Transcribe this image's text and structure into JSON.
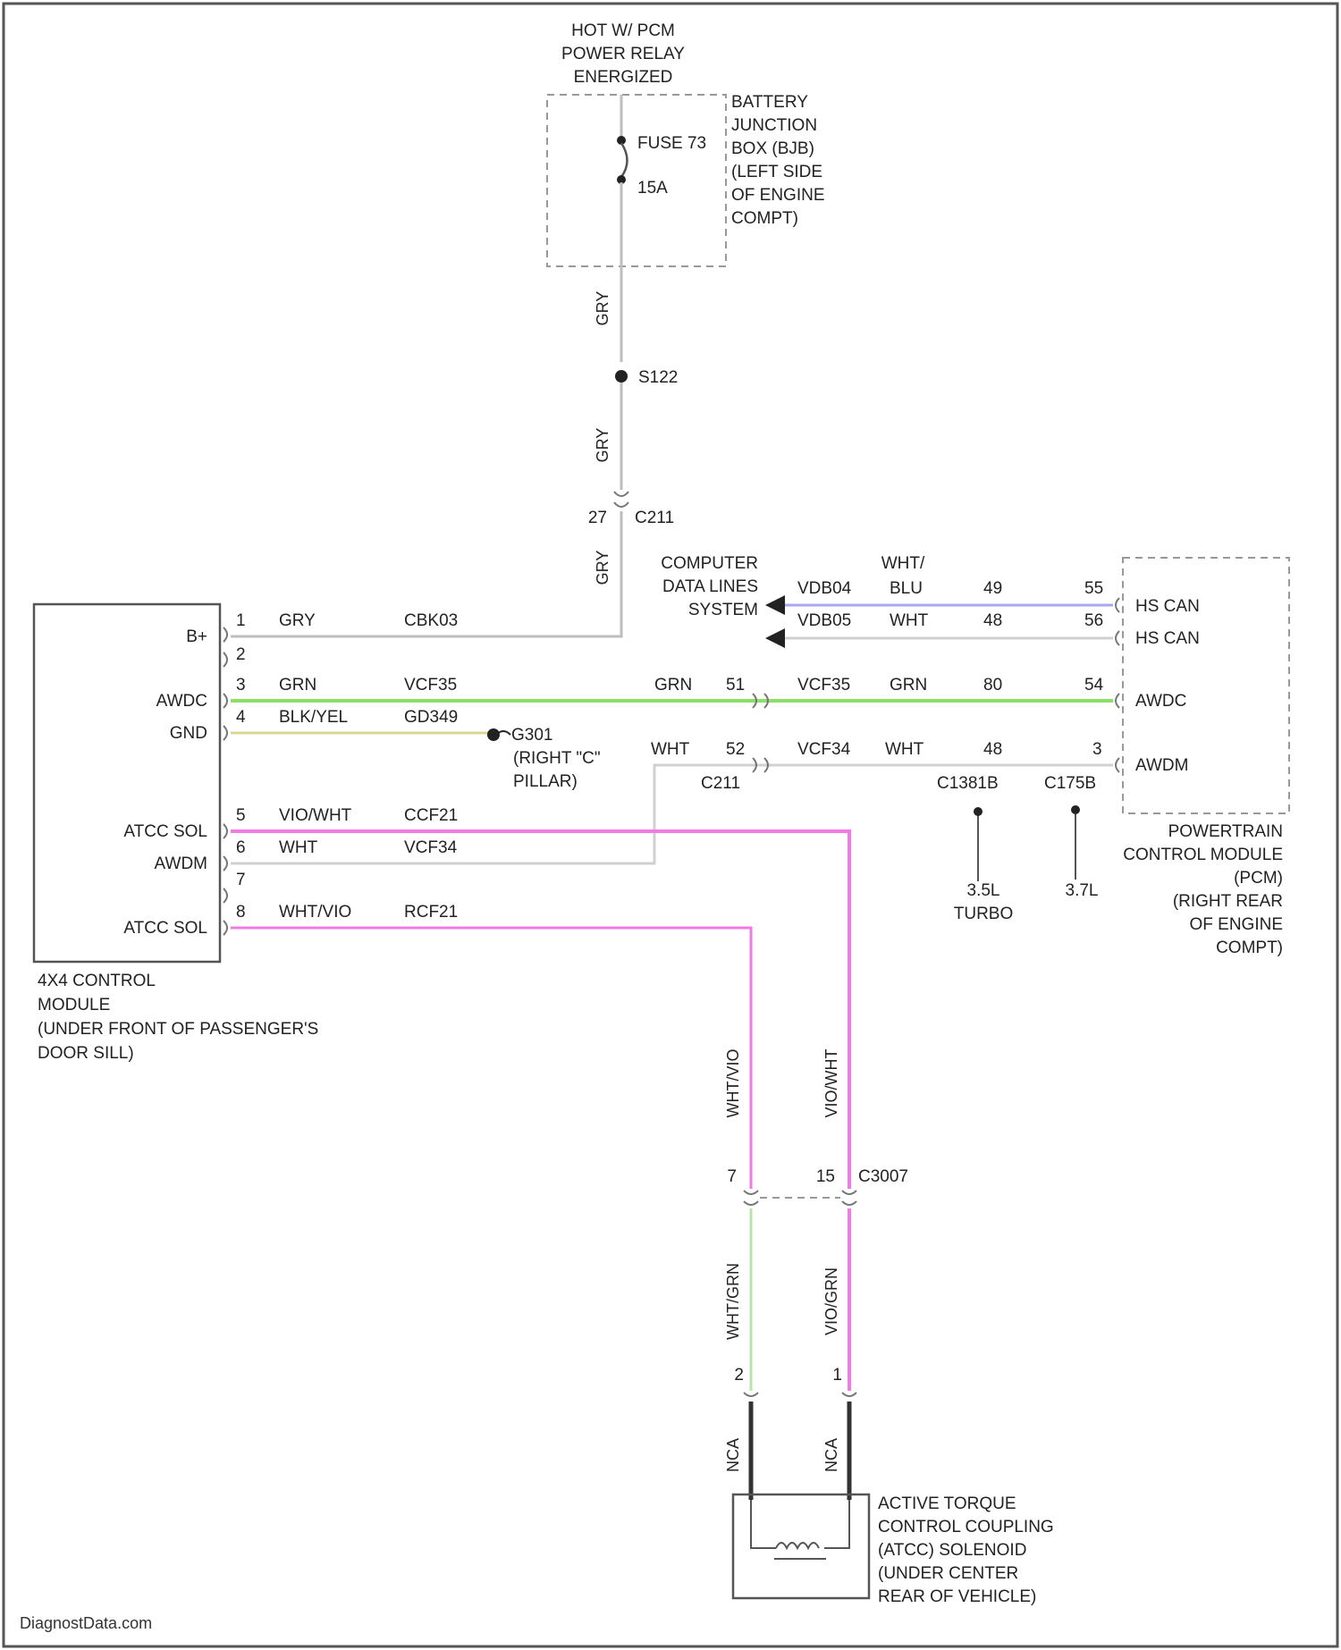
{
  "diagram": {
    "power_source": {
      "lines": [
        "HOT W/ PCM",
        "POWER RELAY",
        "ENERGIZED"
      ]
    },
    "bjb": {
      "fuse_label": "FUSE 73",
      "fuse_rating": "15A",
      "lines": [
        "BATTERY",
        "JUNCTION",
        "BOX (BJB)",
        "(LEFT SIDE",
        "OF ENGINE",
        "COMPT)"
      ]
    },
    "splice_s122": "S122",
    "connector_c211_top": {
      "pin": "27",
      "name": "C211"
    },
    "vertical_wire_colors": [
      "GRY",
      "GRY",
      "GRY"
    ],
    "module_4wd": {
      "pins": [
        {
          "num": "1",
          "label": "B+",
          "color": "GRY",
          "circuit": "CBK03"
        },
        {
          "num": "2",
          "label": "",
          "color": "",
          "circuit": ""
        },
        {
          "num": "3",
          "label": "AWDC",
          "color": "GRN",
          "circuit": "VCF35"
        },
        {
          "num": "4",
          "label": "GND",
          "color": "BLK/YEL",
          "circuit": "GD349"
        },
        {
          "num": "5",
          "label": "ATCC SOL",
          "color": "VIO/WHT",
          "circuit": "CCF21"
        },
        {
          "num": "6",
          "label": "AWDM",
          "color": "WHT",
          "circuit": "VCF34"
        },
        {
          "num": "7",
          "label": "",
          "color": "",
          "circuit": ""
        },
        {
          "num": "8",
          "label": "ATCC SOL",
          "color": "WHT/VIO",
          "circuit": "RCF21"
        }
      ],
      "lines": [
        "4X4 CONTROL",
        "MODULE",
        "(UNDER FRONT OF PASSENGER'S",
        "DOOR SILL)"
      ]
    },
    "ground_g301": {
      "name": "G301",
      "lines": [
        "(RIGHT \"C\"",
        "PILLAR)"
      ]
    },
    "data_lines": {
      "lines": [
        "COMPUTER",
        "DATA LINES",
        "SYSTEM"
      ],
      "can_plus": {
        "color_top": "WHT/",
        "circuit": "VDB04",
        "color": "BLU",
        "pin_c1381b": "49",
        "pin_c175b": "55",
        "label": "HS CAN"
      },
      "can_minus": {
        "circuit": "VDB05",
        "color": "WHT",
        "pin_c1381b": "48",
        "pin_c175b": "56",
        "label": "HS CAN"
      }
    },
    "c211_mid": {
      "name": "C211",
      "awdc_pin": "51",
      "awdm_pin": "52"
    },
    "awdc_right": {
      "left_color": "GRN",
      "circuit": "VCF35",
      "color": "GRN",
      "pin_c1381b": "80",
      "pin_c175b": "54",
      "label": "AWDC"
    },
    "awdm_right": {
      "left_color": "WHT",
      "circuit": "VCF34",
      "color": "WHT",
      "pin_c1381b": "48",
      "pin_c175b": "3",
      "label": "AWDM"
    },
    "connectors": {
      "c1381b": "C1381B",
      "c175b": "C175B",
      "c1381b_note": [
        "3.5L",
        "TURBO"
      ],
      "c175b_note": "3.7L"
    },
    "pcm": {
      "lines": [
        "POWERTRAIN",
        "CONTROL MODULE",
        "(PCM)",
        "(RIGHT REAR",
        "OF ENGINE",
        "COMPT)"
      ]
    },
    "c3007": {
      "name": "C3007",
      "pin_left": "7",
      "pin_right": "15"
    },
    "vertical_lower": {
      "upper_left_color": "WHT/VIO",
      "upper_right_color": "VIO/WHT",
      "lower_left_color": "WHT/GRN",
      "lower_right_color": "VIO/GRN",
      "pin_left": "2",
      "pin_right": "1",
      "nca_left": "NCA",
      "nca_right": "NCA"
    },
    "atcc": {
      "lines": [
        "ACTIVE TORQUE",
        "CONTROL COUPLING",
        "(ATCC) SOLENOID",
        "(UNDER CENTER",
        "REAR OF VEHICLE)"
      ]
    },
    "watermark": "DiagnostData.com"
  },
  "colors": {
    "wire_gray": "#bdbdbd",
    "wire_green": "#8be06a",
    "wire_green_light": "#b8e6a8",
    "wire_pink": "#f07ae6",
    "wire_blue": "#a8a8f0",
    "wire_black": "#333333",
    "wire_yellow": "#d8d890",
    "frame": "#555555",
    "dash": "#999999"
  }
}
